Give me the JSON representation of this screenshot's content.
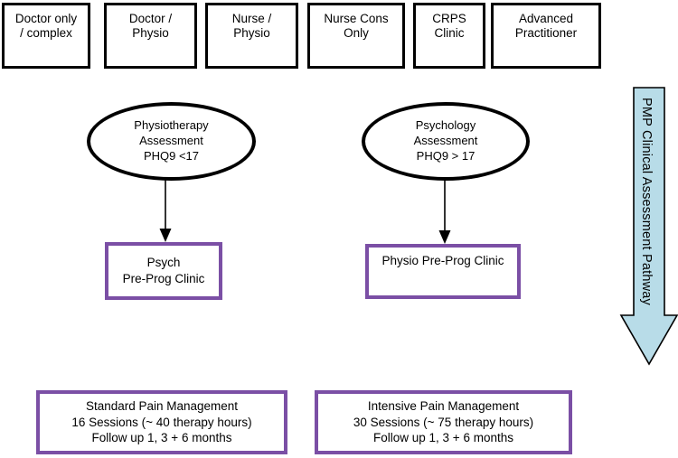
{
  "diagram": {
    "title": "PMP Clinical Assessment Pathway",
    "colors": {
      "box_border_black": "#000000",
      "box_border_purple": "#7b4fa5",
      "arrow_fill": "#b8dce8",
      "arrow_stroke": "#000000",
      "background": "#ffffff"
    }
  },
  "referral_sources": [
    {
      "line1": "Doctor only",
      "line2": "/ complex"
    },
    {
      "line1": "Doctor /",
      "line2": "Physio"
    },
    {
      "line1": "Nurse /",
      "line2": "Physio"
    },
    {
      "line1": "Nurse Cons",
      "line2": "Only"
    },
    {
      "line1": "CRPS",
      "line2": "Clinic"
    },
    {
      "line1": "Advanced",
      "line2": "Practitioner"
    }
  ],
  "assessments": [
    {
      "line1": "Physiotherapy",
      "line2": "Assessment",
      "line3": "PHQ9 <17"
    },
    {
      "line1": "Psychology",
      "line2": "Assessment",
      "line3": "PHQ9 > 17"
    }
  ],
  "pre_programme_clinics": [
    {
      "line1": "Psych",
      "line2": "Pre-Prog Clinic"
    },
    {
      "line1": "Physio Pre-Prog Clinic",
      "line2": ""
    }
  ],
  "programmes": [
    {
      "line1": "Standard Pain Management",
      "line2": "16 Sessions (~ 40 therapy hours)",
      "line3": "Follow up 1, 3 + 6 months"
    },
    {
      "line1": "Intensive Pain Management",
      "line2": "30 Sessions (~ 75 therapy hours)",
      "line3": "Follow up 1, 3 + 6 months"
    }
  ],
  "pathway": {
    "label": "PMP Clinical Assessment Pathway"
  }
}
